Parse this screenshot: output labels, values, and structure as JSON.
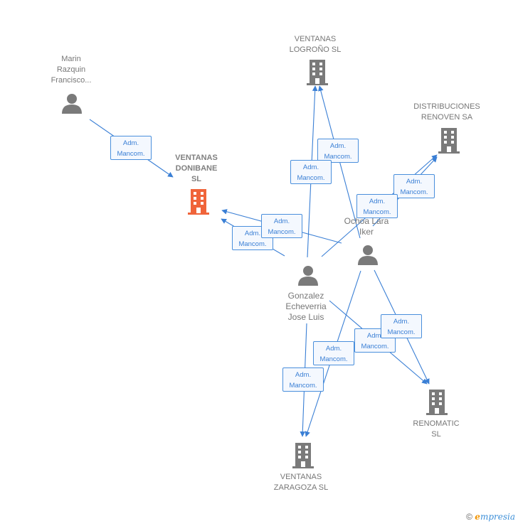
{
  "nodes": {
    "marin": {
      "lines": [
        "Marin",
        "Razquin",
        "Francisco..."
      ],
      "type": "person"
    },
    "donibane": {
      "lines": [
        "VENTANAS",
        "DONIBANE",
        "SL"
      ],
      "type": "company-main"
    },
    "logrono": {
      "lines": [
        "VENTANAS",
        "LOGROÑO SL"
      ],
      "type": "company"
    },
    "renoven": {
      "lines": [
        "DISTRIBUCIONES",
        "RENOVEN SA"
      ],
      "type": "company"
    },
    "ochoa": {
      "lines": [
        "Ochoa Lara",
        "Iker"
      ],
      "type": "person"
    },
    "gonzalez": {
      "lines": [
        "Gonzalez",
        "Echeverria",
        "Jose Luis"
      ],
      "type": "person"
    },
    "renomatic": {
      "lines": [
        "RENOMATIC",
        "SL"
      ],
      "type": "company"
    },
    "zaragoza": {
      "lines": [
        "VENTANAS",
        "ZARAGOZA SL"
      ],
      "type": "company"
    }
  },
  "edge_label": {
    "line1": "Adm.",
    "line2": "Mancom."
  },
  "colors": {
    "edge": "#3a7fd5",
    "main_company": "#f0643a",
    "node": "#7a7a7a"
  },
  "footer": {
    "copyright": "©",
    "brand_initial": "e",
    "brand_rest": "mpresia"
  }
}
